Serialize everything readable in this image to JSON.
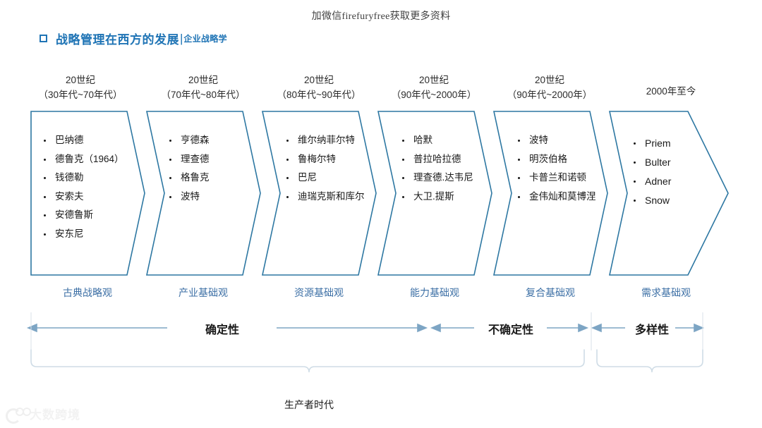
{
  "watermark": {
    "top_text": "加微信firefuryfree获取更多资料",
    "logo_text": "大数跨境"
  },
  "title": {
    "bullet_icon": "square-bullet-icon",
    "main": "战略管理在西方的发展",
    "separator": "|",
    "sub": "企业战略学",
    "accent_color": "#1f74b5"
  },
  "columns": [
    {
      "header_line1": "20世纪",
      "header_line2": "（30年代~70年代）",
      "items": [
        "巴纳德",
        "德鲁克（1964）",
        "钱德勒",
        "安索夫",
        "安德鲁斯",
        "安东尼"
      ],
      "footer": "古典战略观"
    },
    {
      "header_line1": "20世纪",
      "header_line2": "（70年代~80年代）",
      "items": [
        "亨德森",
        "理查德",
        "格鲁克",
        "波特"
      ],
      "footer": "产业基础观"
    },
    {
      "header_line1": "20世纪",
      "header_line2": "（80年代~90年代）",
      "items": [
        "维尔纳菲尔特",
        "鲁梅尔特",
        "巴尼",
        "迪瑞克斯和库尔"
      ],
      "footer": "资源基础观"
    },
    {
      "header_line1": "20世纪",
      "header_line2": "（90年代~2000年）",
      "items": [
        "哈默",
        "普拉哈拉德",
        "理查德.达韦尼",
        "大卫.提斯"
      ],
      "footer": "能力基础观"
    },
    {
      "header_line1": "20世纪",
      "header_line2": "（90年代~2000年）",
      "items": [
        "波特",
        "明茨伯格",
        "卡普兰和诺顿",
        "金伟灿和莫博涅"
      ],
      "footer": "复合基础观"
    },
    {
      "header_line1": "2000年至今",
      "header_line2": "",
      "items": [
        "Priem",
        "Bulter",
        "Adner",
        "Snow"
      ],
      "footer": "需求基础观"
    }
  ],
  "axis": {
    "bands": [
      {
        "label": "确定性"
      },
      {
        "label": "不确定性"
      },
      {
        "label": "多样性"
      }
    ]
  },
  "braces": [
    {
      "label": "生产者时代"
    },
    {
      "label": ""
    }
  ],
  "colors": {
    "shape_stroke": "#2d77a2",
    "footer_text": "#3c6fa5",
    "arrow": "#7da5c4",
    "brace": "#cfdce6"
  }
}
